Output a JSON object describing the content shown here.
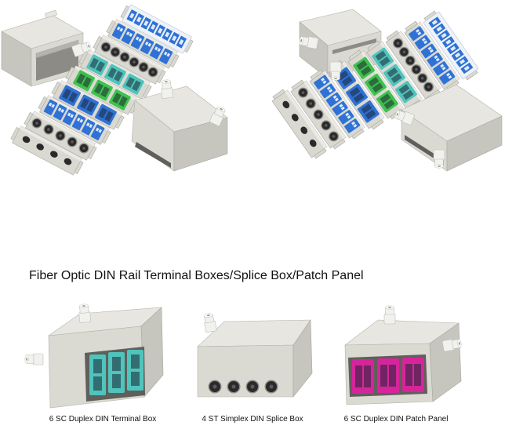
{
  "title": "Fiber Optic DIN Rail Terminal Boxes/Splice Box/Patch Panel",
  "products": [
    {
      "caption": "6 SC Duplex DIN Terminal Box"
    },
    {
      "caption": "4 ST Simplex DIN Splice Box"
    },
    {
      "caption": "6 SC Duplex DIN Patch Panel"
    }
  ],
  "colors": {
    "enclosure": "#dad9d2",
    "blue_adapter": "#2f72d6",
    "green_adapter": "#3ec24d",
    "aqua_adapter": "#4fc4bc",
    "magenta_adapter": "#d6259b",
    "st_connector": "#2a2a2a"
  }
}
